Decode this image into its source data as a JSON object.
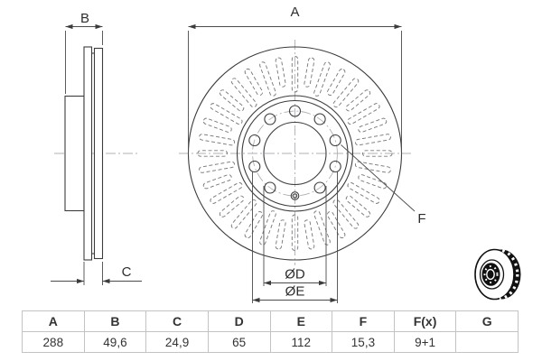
{
  "diagram": {
    "labels": {
      "outer_diameter": "A",
      "total_width": "B",
      "disc_thickness": "C",
      "hole_ref": "F",
      "center_bore": "ØD",
      "bolt_circle": "ØE"
    },
    "line_color": "#3c3c3c"
  },
  "table": {
    "headers": [
      "A",
      "B",
      "C",
      "D",
      "E",
      "F",
      "F(x)",
      "G"
    ],
    "values": [
      "288",
      "49,6",
      "24,9",
      "65",
      "112",
      "15,3",
      "9+1",
      ""
    ]
  },
  "icon": {
    "name": "brake-disc-3d-icon"
  }
}
